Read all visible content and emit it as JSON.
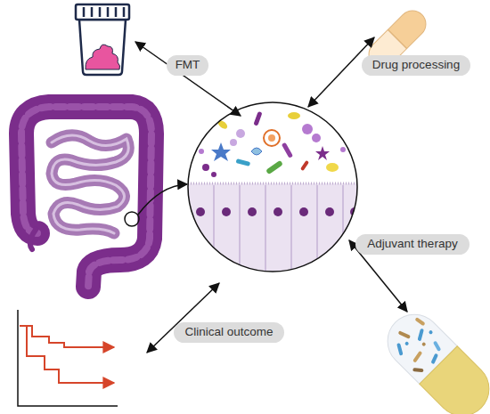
{
  "diagram": {
    "nodes": [
      {
        "text": [
          "FMT"
        ]
      },
      {
        "text": [
          "Drug processing"
        ]
      },
      {
        "text": [
          "Adjuvant therapy"
        ]
      },
      {
        "text": [
          "Clinical outcome"
        ]
      }
    ]
  }
}
